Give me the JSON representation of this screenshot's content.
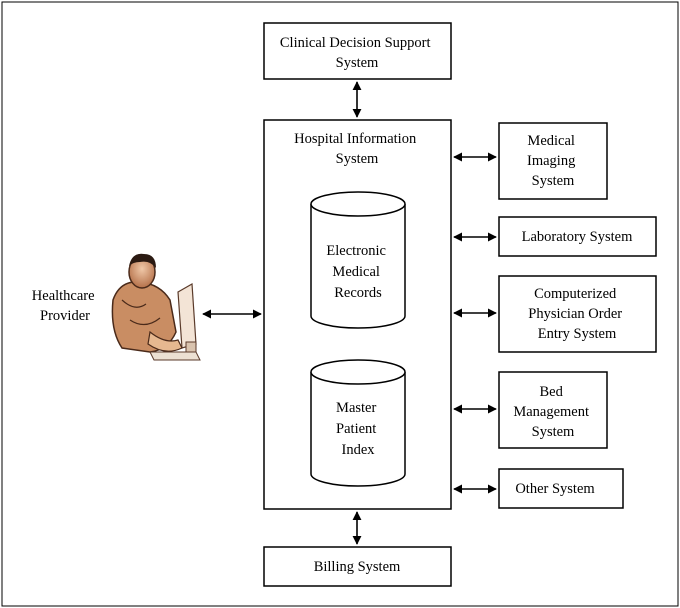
{
  "diagram": {
    "clinical_decision_support": [
      "Clinical Decision Support",
      "System"
    ],
    "his": [
      "Hospital Information",
      "System"
    ],
    "emr": [
      "Electronic",
      "Medical",
      "Records"
    ],
    "mpi": [
      "Master",
      "Patient",
      "Index"
    ],
    "billing": "Billing System",
    "provider": [
      "Healthcare",
      "Provider"
    ],
    "medical_imaging": [
      "Medical",
      "Imaging",
      "System"
    ],
    "laboratory": "Laboratory System",
    "cpoe": [
      "Computerized",
      "Physician Order",
      "Entry System"
    ],
    "bed_management": [
      "Bed",
      "Management",
      "System"
    ],
    "other": "Other System"
  }
}
